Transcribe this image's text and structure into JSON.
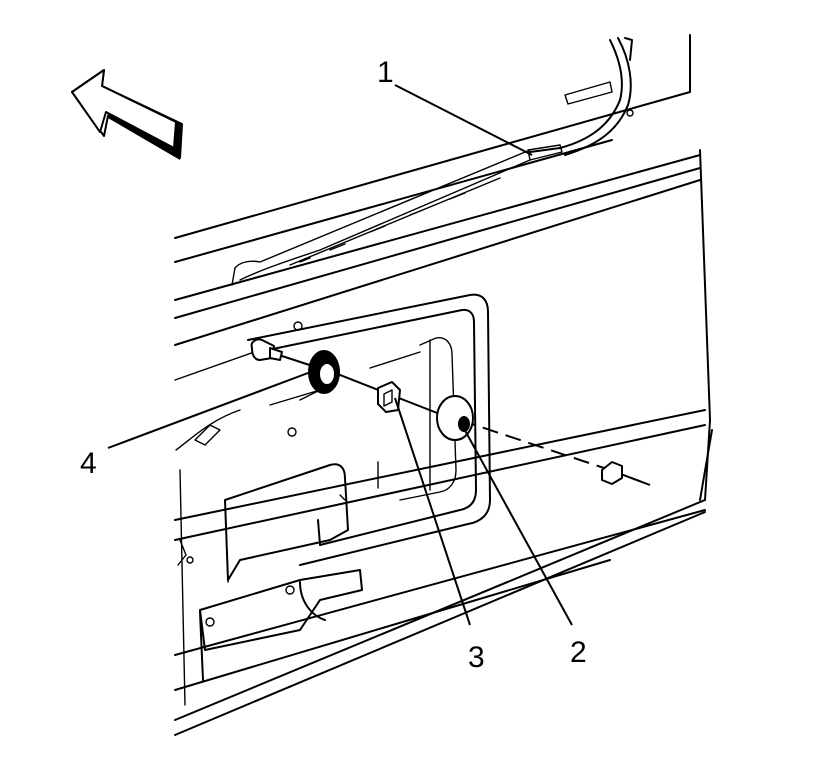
{
  "callouts": {
    "c1": "1",
    "c2": "2",
    "c3": "3",
    "c4": "4"
  },
  "icons": {
    "direction": "forward-arrow-icon"
  },
  "colors": {
    "line": "#000000",
    "background": "#ffffff"
  }
}
